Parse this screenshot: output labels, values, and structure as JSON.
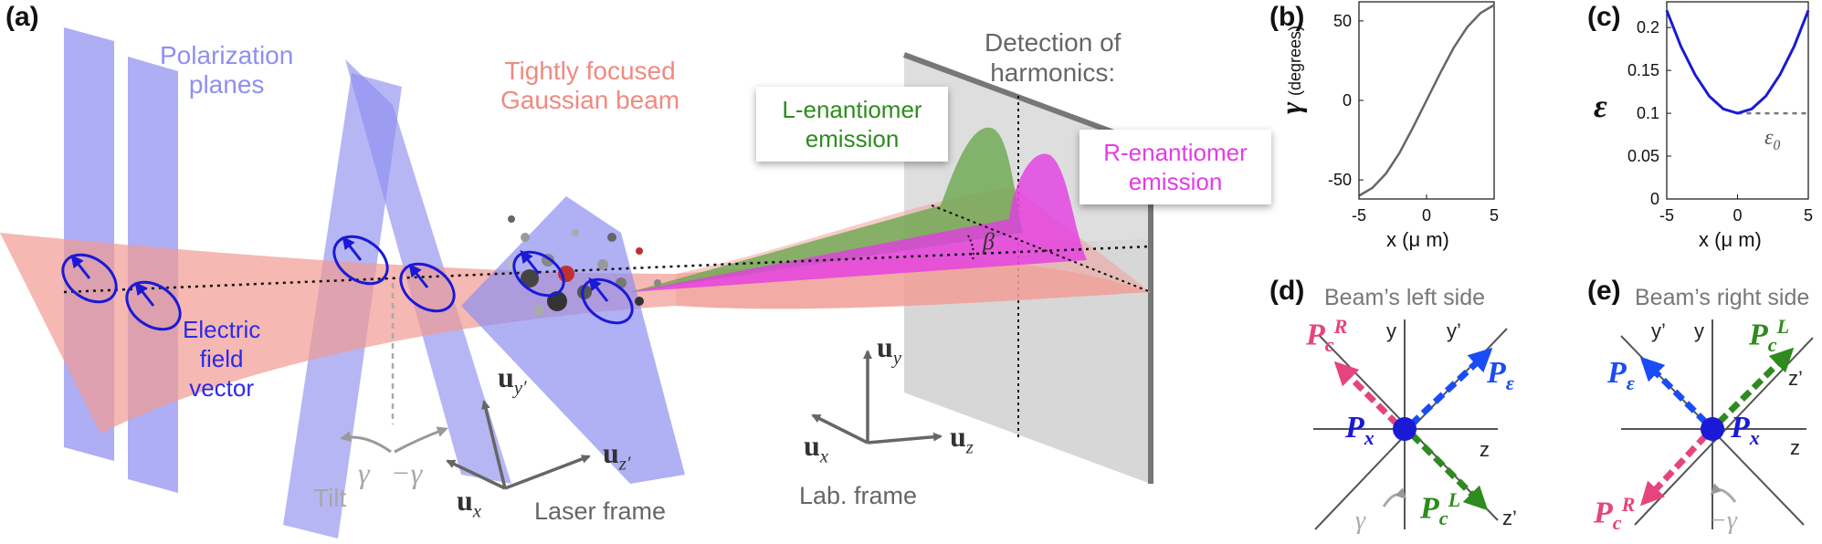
{
  "panels": {
    "a": "(a)",
    "b": "(b)",
    "c": "(c)",
    "d": "(d)",
    "e": "(e)"
  },
  "panel_a": {
    "polarization_planes": "Polarization\nplanes",
    "beam": "Tightly focused\nGaussian beam",
    "detection": "Detection of\nharmonics:",
    "l_emission": "L-enantiomer\nemission",
    "r_emission": "R-enantiomer\nemission",
    "electric_field": "Electric\nfield\nvector",
    "tilt": "Tilt",
    "gamma": "γ",
    "minus_gamma": "−γ",
    "beta": "β",
    "laser_frame": "Laser frame",
    "lab_frame": "Lab. frame",
    "u_x": "u",
    "u_x_sub": "x",
    "u_y_prime": "u",
    "u_y_prime_sub": "y′",
    "u_z_prime": "u",
    "u_z_prime_sub": "z′",
    "u_y": "u",
    "u_y_sub": "y",
    "u_x2": "u",
    "u_x2_sub": "x",
    "u_z": "u",
    "u_z_sub": "z"
  },
  "panel_b": {
    "ylabel_sym": "γ",
    "ylabel_unit": "(degrees)",
    "xlabel": "x (μ m)",
    "xticks": [
      "-5",
      "0",
      "5"
    ],
    "yticks": [
      "50",
      "0",
      "-50"
    ]
  },
  "panel_c": {
    "ylabel": "ε",
    "xlabel": "x (μ m)",
    "xticks": [
      "-5",
      "0",
      "5"
    ],
    "yticks": [
      "0.2",
      "0.15",
      "0.1",
      "0.05",
      "0"
    ],
    "eps0": "ε",
    "eps0_sub": "0"
  },
  "panel_d": {
    "title": "Beam’s left side",
    "y": "y",
    "y_prime": "y’",
    "z": "z",
    "z_prime": "z’",
    "Pc_R": "P",
    "Pc_R_sub": "c",
    "Pc_R_sup": "R",
    "P_eps": "P",
    "P_eps_sub": "ε",
    "P_x": "P",
    "P_x_sub": "x",
    "Pc_L": "P",
    "Pc_L_sub": "c",
    "Pc_L_sup": "L",
    "gamma": "γ"
  },
  "panel_e": {
    "title": "Beam’s right side",
    "y": "y",
    "y_prime": "y’",
    "z": "z",
    "z_prime": "z’",
    "P_eps": "P",
    "P_eps_sub": "ε",
    "Pc_L": "P",
    "Pc_L_sub": "c",
    "Pc_L_sup": "L",
    "P_x": "P",
    "P_x_sub": "x",
    "Pc_R": "P",
    "Pc_R_sub": "c",
    "Pc_R_sup": "R",
    "minus_gamma": "−γ"
  },
  "chart_data": [
    {
      "type": "line",
      "panel": "b",
      "xlabel": "x (μ m)",
      "ylabel": "γ (degrees)",
      "xlim": [
        -5,
        5
      ],
      "ylim": [
        -62,
        62
      ],
      "xticks": [
        -5,
        0,
        5
      ],
      "yticks": [
        -50,
        0,
        50
      ],
      "x": [
        -5,
        -4,
        -3,
        -2,
        -1,
        0,
        1,
        2,
        3,
        4,
        5
      ],
      "y": [
        -60,
        -55,
        -46,
        -33,
        -17,
        0,
        17,
        33,
        46,
        55,
        60
      ],
      "color": "#666666"
    },
    {
      "type": "line",
      "panel": "c",
      "xlabel": "x (μ m)",
      "ylabel": "ε",
      "xlim": [
        -5,
        5
      ],
      "ylim": [
        0,
        0.23
      ],
      "xticks": [
        -5,
        0,
        5
      ],
      "yticks": [
        0,
        0.05,
        0.1,
        0.15,
        0.2
      ],
      "x": [
        -5,
        -4,
        -3,
        -2,
        -1,
        0,
        1,
        2,
        3,
        4,
        5
      ],
      "y": [
        0.22,
        0.178,
        0.145,
        0.12,
        0.105,
        0.1,
        0.105,
        0.12,
        0.145,
        0.178,
        0.22
      ],
      "reference": {
        "label": "ε0",
        "y": 0.1,
        "x_from": 0,
        "x_to": 5
      },
      "color": "#1a1ad6"
    }
  ],
  "colors": {
    "plane": "#8f8ff0",
    "beam": "#f19a92",
    "green": "#2e8b1e",
    "magenta": "#e43ce4",
    "pink": "#e6447f",
    "blue": "#1a1ad6"
  }
}
